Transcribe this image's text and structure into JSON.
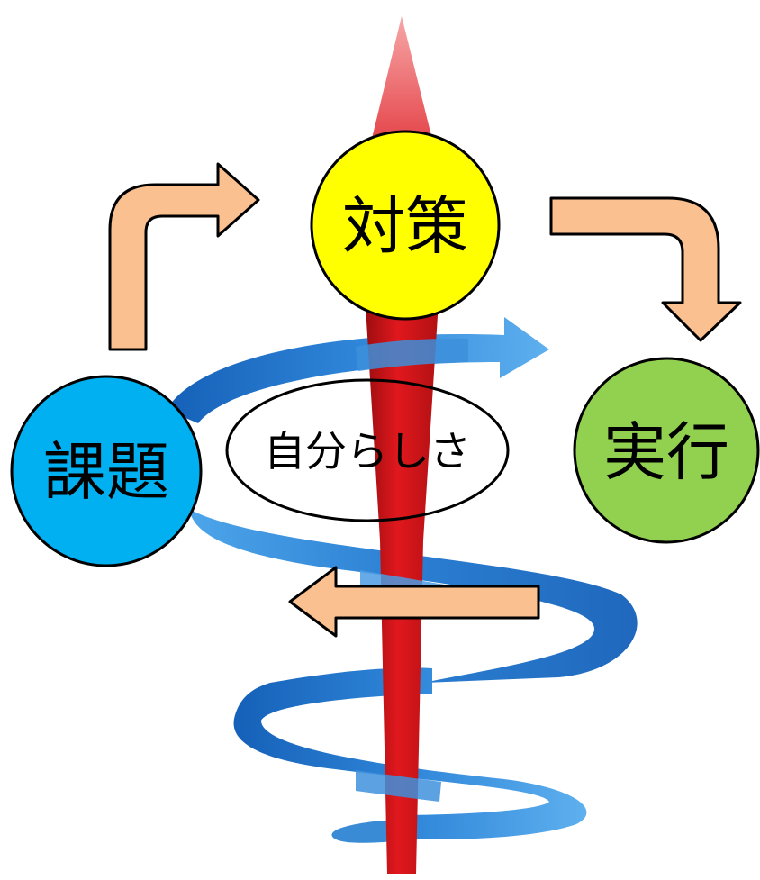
{
  "diagram": {
    "center_label": "自分らしさ",
    "nodes": {
      "top": {
        "label": "対策",
        "color": "#ffff00"
      },
      "right": {
        "label": "実行",
        "color": "#92d050"
      },
      "left": {
        "label": "課題",
        "color": "#00b0f0"
      }
    },
    "colors": {
      "arrow_fill": "#fac090",
      "arrow_stroke": "#000000",
      "spiral": "#2e7fd1",
      "spiral_light": "#5aa7e6",
      "vertical_arrow": "#d9181c",
      "vertical_arrow_light": "#f1777a"
    }
  }
}
